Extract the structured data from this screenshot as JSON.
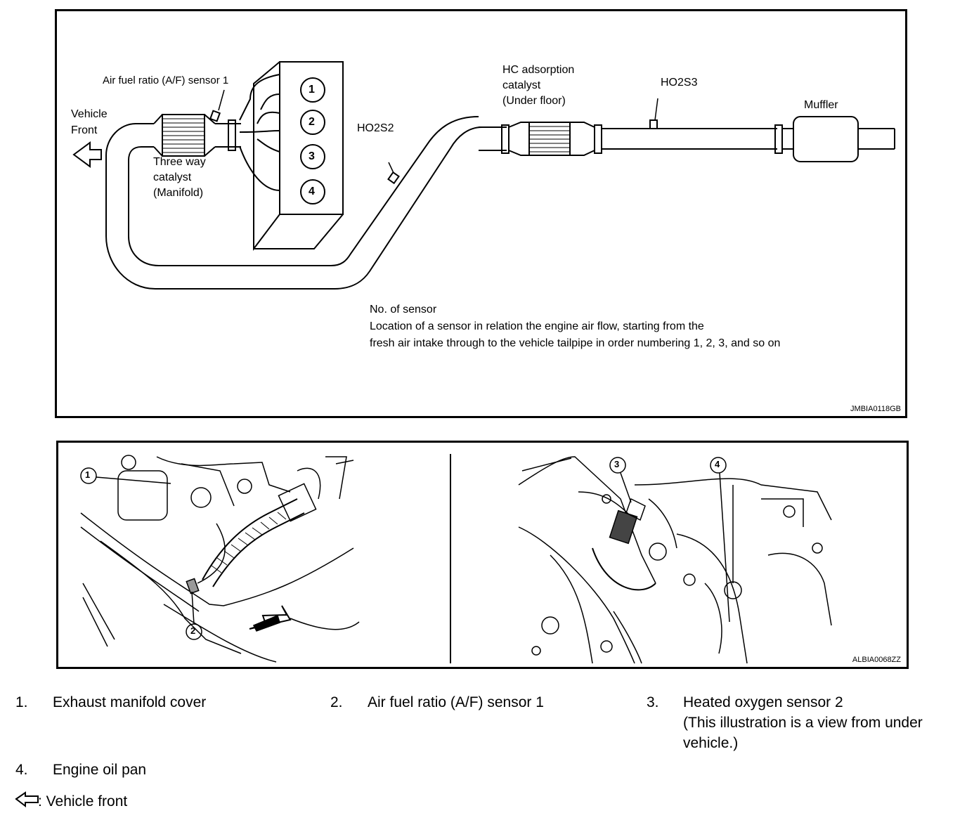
{
  "top_diagram": {
    "labels": {
      "af_sensor": "Air fuel ratio (A/F) sensor 1",
      "vehicle": "Vehicle",
      "front": "Front",
      "three_way": [
        "Three way",
        "catalyst",
        "(Manifold)"
      ],
      "ho2s2": "HO2S2",
      "hc_catalyst": [
        "HC adsorption",
        "catalyst",
        "(Under floor)"
      ],
      "ho2s3": "HO2S3",
      "muffler": "Muffler"
    },
    "cylinders": [
      "1",
      "2",
      "3",
      "4"
    ],
    "note": {
      "title": "No. of sensor",
      "line1": "Location of a sensor in relation the engine air flow, starting from the",
      "line2": "fresh air intake through to the vehicle tailpipe in order numbering 1, 2, 3, and so on"
    },
    "code": "JMBIA0118GB"
  },
  "photo_panel": {
    "callouts_left": [
      "1",
      "2"
    ],
    "callouts_right": [
      "3",
      "4"
    ],
    "code": "ALBIA0068ZZ"
  },
  "legend": {
    "items": [
      {
        "num": "1.",
        "text": [
          "Exhaust manifold cover"
        ]
      },
      {
        "num": "2.",
        "text": [
          "Air fuel ratio (A/F) sensor 1"
        ]
      },
      {
        "num": "3.",
        "text": [
          "Heated oxygen sensor 2",
          "(This illustration is a view from under",
          "vehicle.)"
        ]
      },
      {
        "num": "4.",
        "text": [
          "Engine oil pan"
        ]
      }
    ],
    "arrow_note": ": Vehicle front"
  }
}
